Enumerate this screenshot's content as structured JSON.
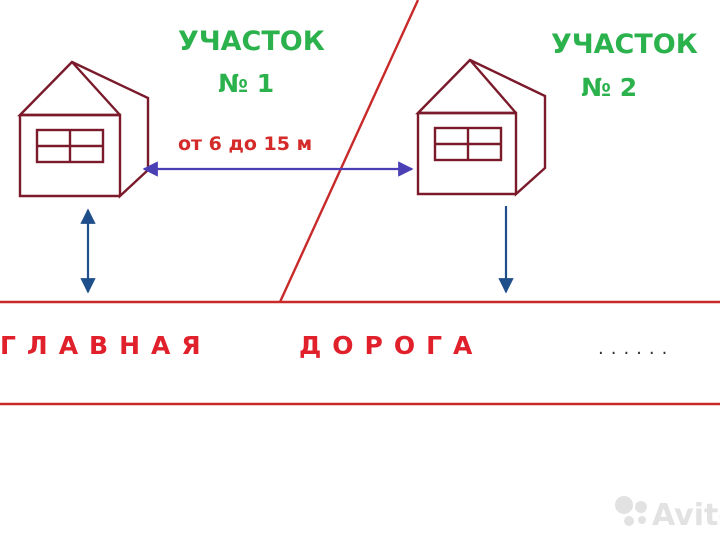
{
  "plots": [
    {
      "title": "УЧАСТОК",
      "number": "№ 1"
    },
    {
      "title": "УЧАСТОК",
      "number": "№ 2"
    }
  ],
  "distance_label": "от 6 до 15 м",
  "road": {
    "word1": "ГЛАВНАЯ",
    "word2": "ДОРОГА",
    "dots": "......"
  },
  "watermark": "Avito",
  "colors": {
    "label_green": "#2bb24c",
    "distance_red": "#d42a2a",
    "road_red": "#e0202a",
    "house_outline": "#7a1a2a",
    "arrow_blue": "#1f4f8a",
    "distance_arrow": "#4a3fb5"
  }
}
